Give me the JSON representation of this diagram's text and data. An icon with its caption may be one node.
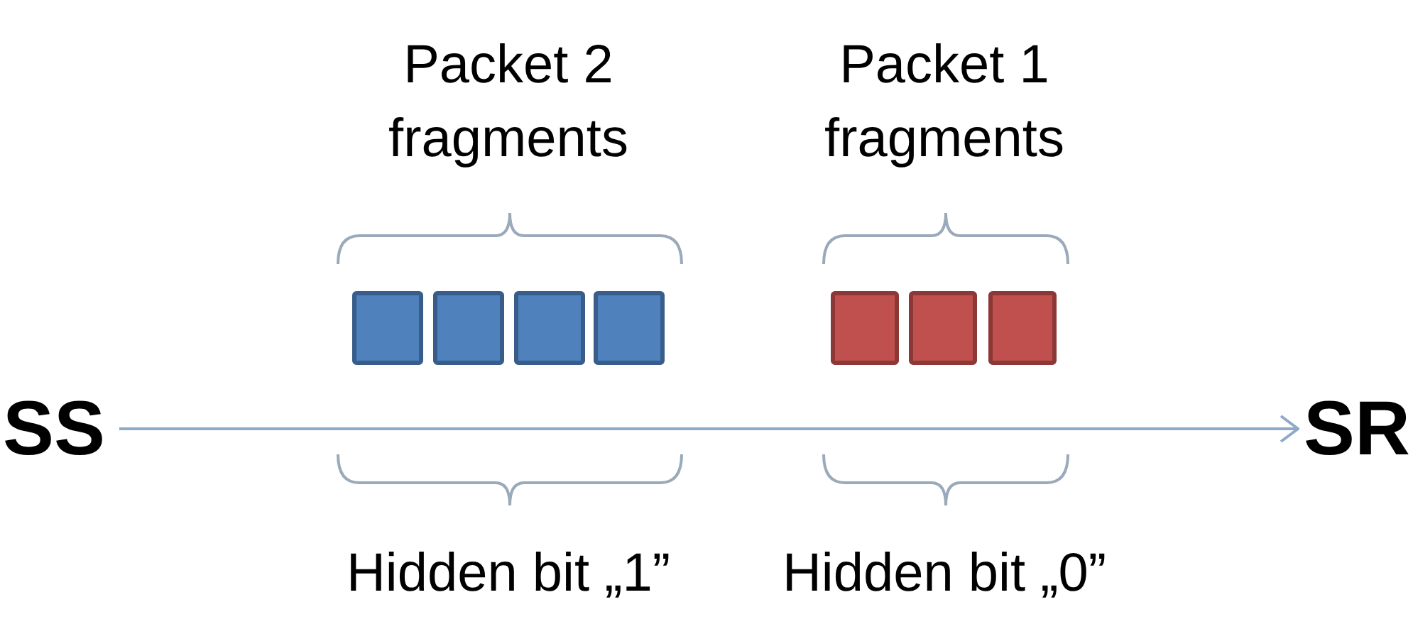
{
  "diagram": {
    "nodes": [
      {
        "text": [],
        "shape": "box"
      },
      {
        "text": [],
        "shape": "box"
      },
      {
        "text": [],
        "shape": "box"
      },
      {
        "text": [],
        "shape": "box"
      },
      {
        "text": [],
        "shape": "box"
      },
      {
        "text": [],
        "shape": "box"
      },
      {
        "text": [],
        "shape": "box"
      },
      {
        "text": [
          "SS"
        ]
      },
      {
        "text": [
          "SR"
        ]
      }
    ],
    "edges": [
      {
        "from": 7,
        "to": 8,
        "arrow": "to"
      }
    ],
    "labels": [
      "Packet 2 fragments",
      "Packet 1 fragments",
      "Hidden bit „1”",
      "Hidden bit „0”"
    ]
  }
}
